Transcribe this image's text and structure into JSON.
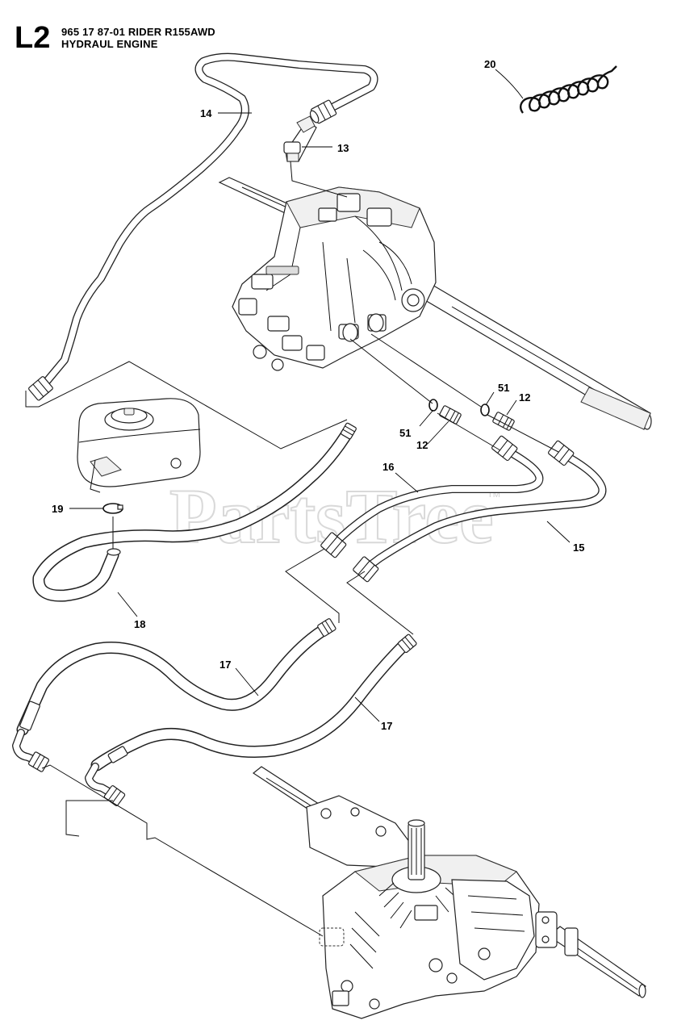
{
  "header": {
    "code": "L2",
    "line1": "965 17 87-01 RIDER R155AWD",
    "line2": "HYDRAUL ENGINE"
  },
  "watermark": {
    "text": "PartsTree",
    "tm": "TM"
  },
  "callouts": {
    "c20": "20",
    "c14": "14",
    "c13": "13",
    "c51a": "51",
    "c12a": "12",
    "c51b": "51",
    "c12b": "12",
    "c16": "16",
    "c15": "15",
    "c19": "19",
    "c18": "18",
    "c17a": "17",
    "c17b": "17"
  }
}
